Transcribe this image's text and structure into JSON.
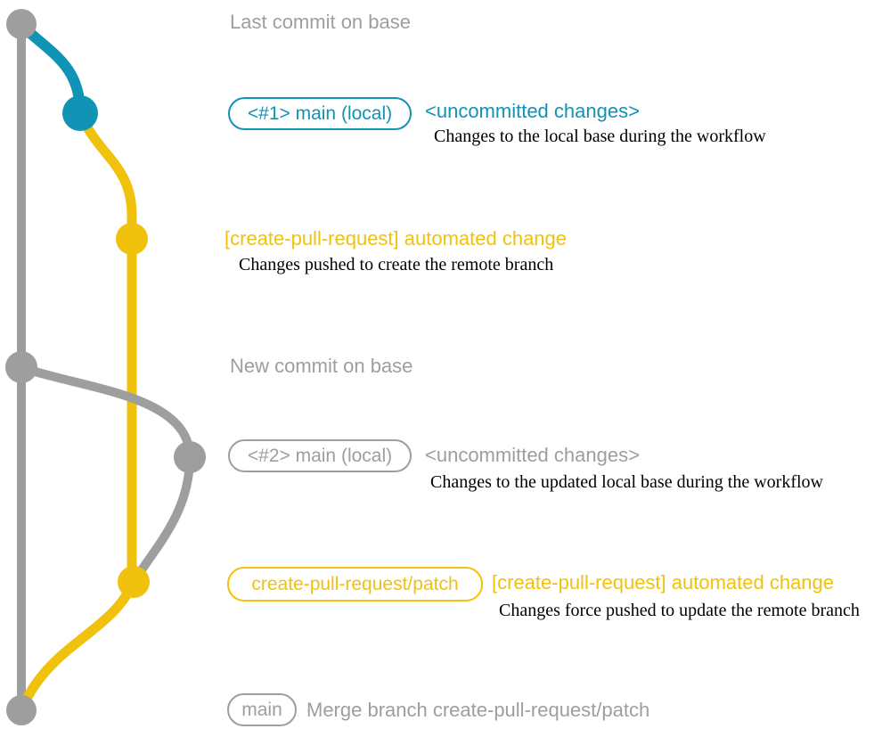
{
  "colors": {
    "teal": "#1193b5",
    "yellow": "#f0c20e",
    "gray": "#9e9e9e",
    "ink": "#000000",
    "bg": "#ffffff"
  },
  "rows": {
    "r1": {
      "heading": "Last commit on base"
    },
    "r2": {
      "badge": "<#1> main (local)",
      "heading": "<uncommitted changes>",
      "desc": "Changes to the local base during the workflow"
    },
    "r3": {
      "heading": "[create-pull-request] automated change",
      "desc": "Changes pushed to create the remote branch"
    },
    "r4": {
      "heading": "New commit on base"
    },
    "r5": {
      "badge": "<#2> main (local)",
      "heading": "<uncommitted changes>",
      "desc": "Changes to the updated local base during the workflow"
    },
    "r6": {
      "badge": "create-pull-request/patch",
      "heading": "[create-pull-request] automated change",
      "desc": "Changes force pushed to update the remote branch"
    },
    "r7": {
      "badge": "main",
      "heading": "Merge branch create-pull-request/patch"
    }
  },
  "graph": {
    "branches": [
      {
        "name": "base",
        "color": "#9e9e9e"
      },
      {
        "name": "main (local)",
        "color": "#1193b5"
      },
      {
        "name": "create-pull-request/patch",
        "color": "#f0c20e"
      }
    ],
    "commits": [
      {
        "id": "base-tip",
        "branch": "base",
        "label": "Last commit on base"
      },
      {
        "id": "local-1",
        "branch": "main (local)",
        "label": "<#1> main (local) <uncommitted changes>"
      },
      {
        "id": "cpr-1",
        "branch": "create-pull-request/patch",
        "label": "[create-pull-request] automated change"
      },
      {
        "id": "base-new",
        "branch": "base",
        "label": "New commit on base"
      },
      {
        "id": "local-2",
        "branch": "main (local)",
        "label": "<#2> main (local) <uncommitted changes>"
      },
      {
        "id": "cpr-2",
        "branch": "create-pull-request/patch",
        "label": "create-pull-request/patch [create-pull-request] automated change"
      },
      {
        "id": "merge",
        "branch": "base",
        "label": "main Merge branch create-pull-request/patch"
      }
    ]
  }
}
